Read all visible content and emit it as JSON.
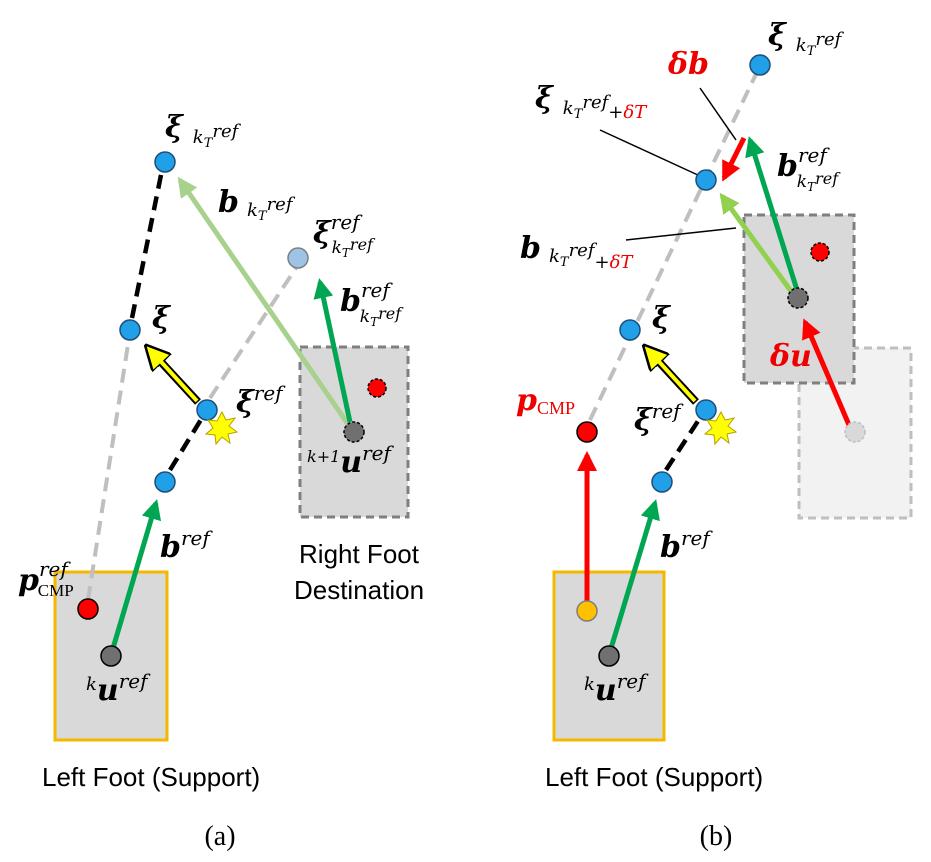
{
  "panel_a": {
    "caption": "(a)",
    "left_foot_label": "Left Foot (Support)",
    "right_foot_label_line1": "Right Foot",
    "right_foot_label_line2": "Destination",
    "xi_kT": {
      "sym": "ξ",
      "sub": "k",
      "subsub": "T",
      "sup": "ref"
    },
    "b_kT": {
      "sym": "b",
      "sub": "k",
      "subsub": "T",
      "sup": "ref"
    },
    "xi_ref_kT": {
      "sym": "ξ",
      "sup": "ref",
      "sub": "k",
      "subsub": "T",
      "subsup": "ref"
    },
    "b_ref_kT": {
      "sym": "b",
      "sup": "ref",
      "sub": "k",
      "subsub": "T",
      "subsup": "ref"
    },
    "xi": {
      "sym": "ξ"
    },
    "xi_ref": {
      "sym": "ξ",
      "sup": "ref"
    },
    "b_ref": {
      "sym": "b",
      "sup": "ref"
    },
    "p_ref_cmp": {
      "sym": "p",
      "sup": "ref",
      "sub": "CMP"
    },
    "u_ref_k": {
      "pre": "k",
      "sym": "u",
      "sup": "ref"
    },
    "u_ref_k1": {
      "pre": "k+1",
      "sym": "u",
      "sup": "ref"
    }
  },
  "panel_b": {
    "caption": "(b)",
    "left_foot_label": "Left Foot (Support)",
    "xi_kT": {
      "sym": "ξ",
      "sub": "k",
      "subsub": "T",
      "sup": "ref"
    },
    "delta_b": "δb",
    "xi_kT_dT": {
      "sym": "ξ",
      "sub": "k",
      "subsub": "T",
      "sup": "ref",
      "plus": "+",
      "delta": "δT"
    },
    "b_ref_kT": {
      "sym": "b",
      "sup": "ref",
      "sub": "k",
      "subsub": "T",
      "subsup": "ref"
    },
    "b_kT_dT": {
      "sym": "b",
      "sub": "k",
      "subsub": "T",
      "sup": "ref",
      "plus": "+",
      "delta": "δT"
    },
    "xi": {
      "sym": "ξ"
    },
    "xi_ref": {
      "sym": "ξ",
      "sup": "ref"
    },
    "p_cmp": {
      "sym": "p",
      "sub": "CMP"
    },
    "delta_u": "δu",
    "b_ref": {
      "sym": "b",
      "sup": "ref"
    },
    "u_ref_k": {
      "pre": "k",
      "sym": "u",
      "sup": "ref"
    }
  },
  "colors": {
    "support_border": "#f5b800",
    "foot_fill": "#d9d9d9",
    "dest_border": "#7f7f7f",
    "blue_point": "#1fa0e8",
    "light_blue_point": "#9dc3e6",
    "red_point": "#ff0000",
    "gray_point": "#707070",
    "orange_point": "#ffc000",
    "green_arrow": "#00a651",
    "light_green_arrow": "#a9d18e",
    "lime_arrow": "#92d050",
    "red_arrow": "#ff0000",
    "yellow_arrow": "#ffff00",
    "gray_dash": "#bfbfbf",
    "black_dash": "#000000"
  }
}
